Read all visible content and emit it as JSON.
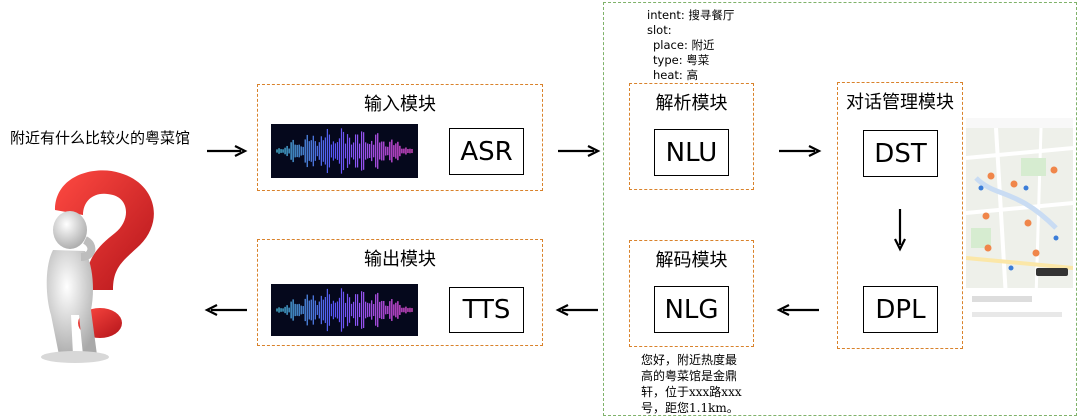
{
  "query_text": "附近有什么比较火的粤菜馆",
  "input_module": {
    "title": "输入模块",
    "box_label": "ASR"
  },
  "output_module": {
    "title": "输出模块",
    "box_label": "TTS"
  },
  "parse_module": {
    "title": "解析模块",
    "box_label": "NLU"
  },
  "decode_module": {
    "title": "解码模块",
    "box_label": "NLG"
  },
  "dialog_module": {
    "title": "对话管理模块",
    "dst_label": "DST",
    "dpl_label": "DPL"
  },
  "nlu_output": {
    "line1": "intent: 搜寻餐厅",
    "line2": "slot:",
    "line3": "place: 附近",
    "line4": "type: 粤菜",
    "line5": "heat: 高"
  },
  "nlg_output": {
    "line1": "您好，附近热度最",
    "line2": "高的粤菜馆是金鼎",
    "line3": "轩，位于xxx路xxx",
    "line4": "号，距您1.1km。"
  },
  "colors": {
    "module_border": "#d9822b",
    "outer_border": "#7fb26a",
    "question_mark": "#e0262b"
  },
  "icons": [
    "question-mark-figure-illustration",
    "sound-wave-image",
    "map-screenshot-image"
  ]
}
